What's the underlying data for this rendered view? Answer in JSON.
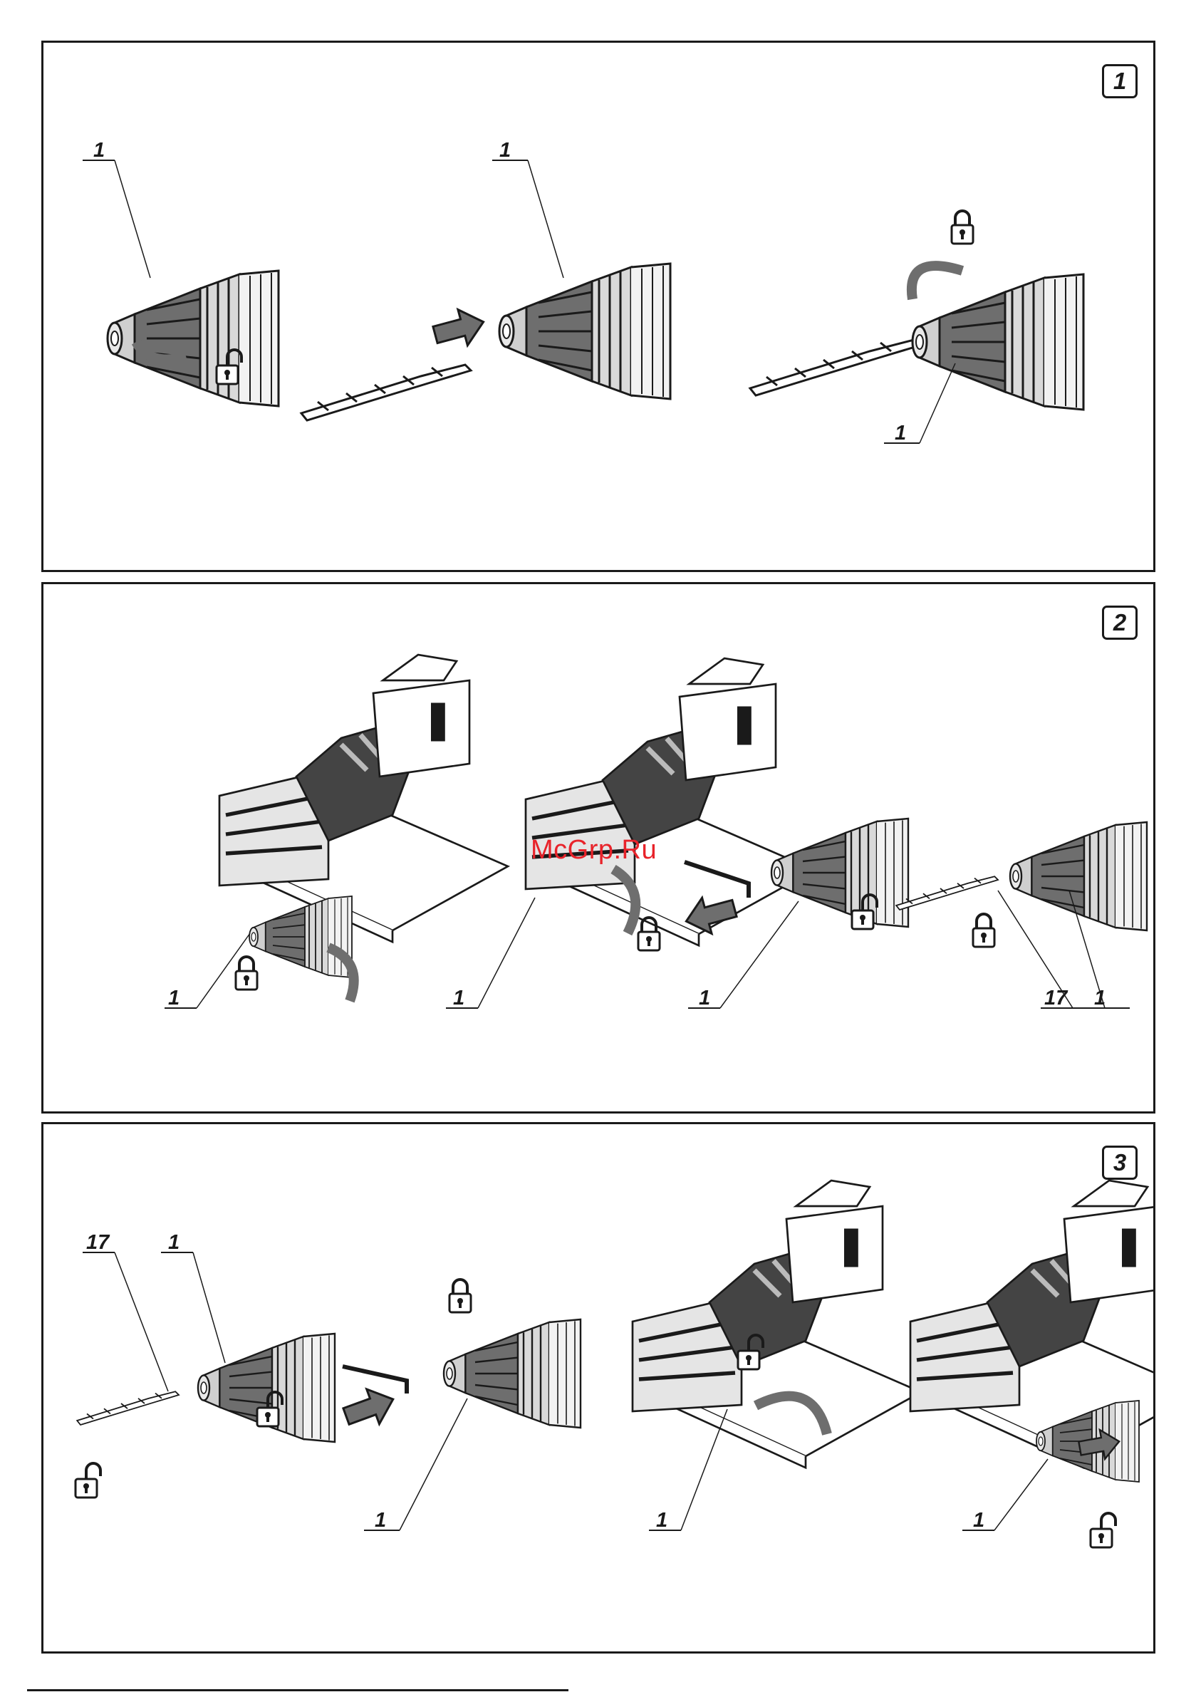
{
  "panels": [
    {
      "number": "1",
      "labels": [
        "1",
        "1",
        "1"
      ]
    },
    {
      "number": "2",
      "labels": [
        "1",
        "1",
        "1",
        "17",
        "1"
      ]
    },
    {
      "number": "3",
      "labels": [
        "17",
        "1",
        "1",
        "1",
        "1"
      ]
    }
  ],
  "watermark": "McGrp.Ru",
  "icons": {
    "lock_closed": "lock-closed-icon",
    "lock_open": "lock-open-icon",
    "direction_arrow": "arrow-icon",
    "rotation_arrow": "rotate-arrow-icon"
  },
  "colors": {
    "line": "#1a1a1a",
    "shade": "#6e6e6e",
    "light": "#d9d9d9",
    "watermark": "#e8232a"
  }
}
